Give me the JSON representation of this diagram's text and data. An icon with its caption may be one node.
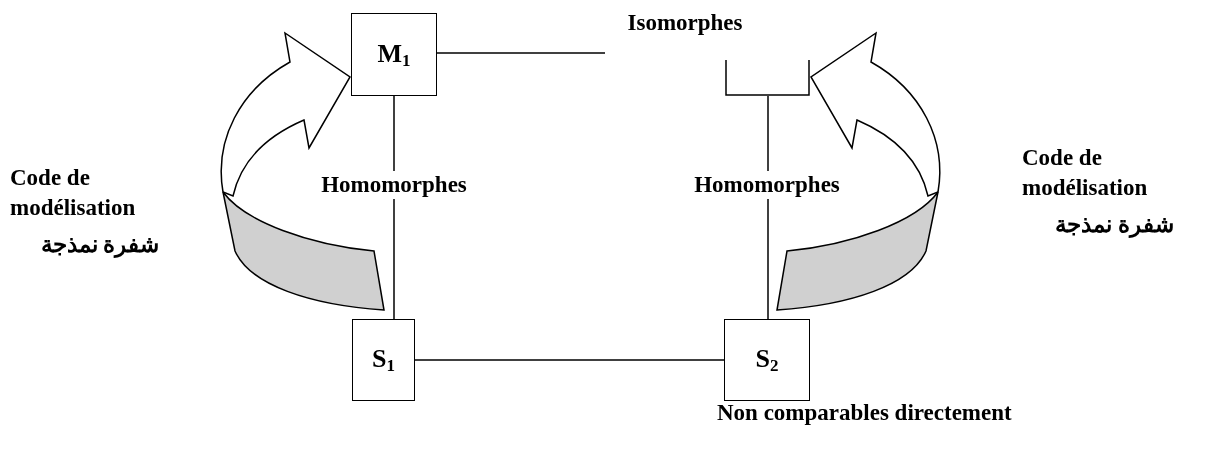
{
  "diagram": {
    "nodes": [
      {
        "text": [
          "M$_{1}$"
        ]
      },
      {
        "text": [
          "Isomorphes"
        ]
      },
      {
        "text": [],
        "shape": "box"
      },
      {
        "text": [
          "S$_{1}$"
        ]
      },
      {
        "text": [
          "S$_{2}$"
        ],
        "beside": [
          "Non comparables directement"
        ]
      }
    ],
    "edges": [
      {
        "from": 0,
        "to": 1,
        "arrow": "none"
      },
      {
        "from": 0,
        "to": 3,
        "arrow": "none",
        "label": "Homomorphes"
      },
      {
        "from": 2,
        "to": 4,
        "arrow": "none",
        "label": "Homomorphes"
      },
      {
        "from": 3,
        "to": 4,
        "arrow": "none"
      },
      {
        "from": null,
        "to": 0,
        "arrow": "to",
        "style": "thick"
      },
      {
        "from": null,
        "to": 2,
        "arrow": "to",
        "style": "thick"
      }
    ],
    "labels": [
      "Code de modélisation",
      "شفرة نمذجة",
      "Code de modélisation",
      "شفرة نمذجة"
    ]
  }
}
